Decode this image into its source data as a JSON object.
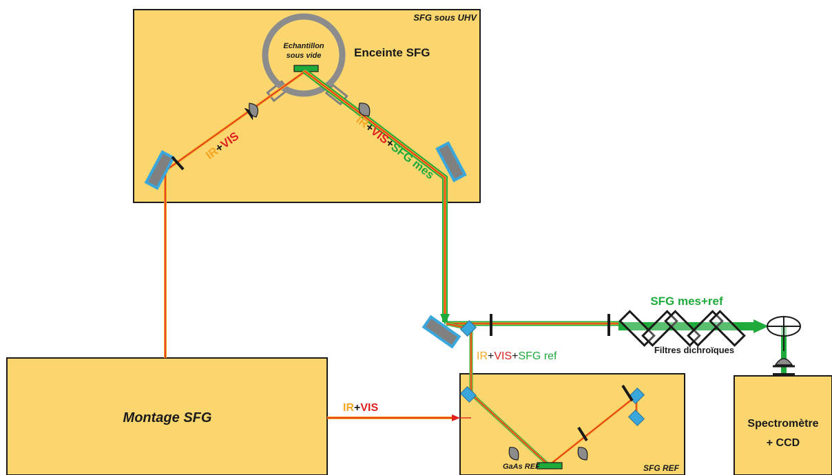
{
  "labels": {
    "uhv_box": "SFG sous UHV",
    "sample_line1": "Echantillon",
    "sample_line2": "sous vide",
    "chamber": "Enceinte SFG",
    "setup_box": "Montage SFG",
    "ref_box": "SFG REF",
    "gaas": "GaAs REF",
    "spectro_line1": "Spectromètre",
    "spectro_line2": "+ CCD",
    "filters": "Filtres dichroïques",
    "sfg_mes_ref": "SFG mes+ref"
  },
  "beam_labels": {
    "in_chamber": {
      "ir": "IR",
      "plus": "+",
      "vis": "VIS"
    },
    "out_chamber": {
      "ir": "IR",
      "plus1": "+",
      "vis": "VIS",
      "plus2": "+",
      "sfg": "SFG mes"
    },
    "to_ref": {
      "ir": "IR",
      "plus1": "+",
      "vis": "VIS",
      "plus2": "+",
      "sfg": "SFG ref"
    },
    "setup_out": {
      "ir": "IR",
      "plus": "+",
      "vis": "VIS"
    }
  },
  "colors": {
    "box_fill": "#fbd66f",
    "box_stroke": "#1a1a1a",
    "ir": "#f5a623",
    "vis": "#e01f1f",
    "sfg": "#1faa3c",
    "mirror": "#808080",
    "mirror_frame": "#3aa7dc",
    "chamber_ring": "#8c8c8c",
    "sample": "#1faa3c"
  }
}
